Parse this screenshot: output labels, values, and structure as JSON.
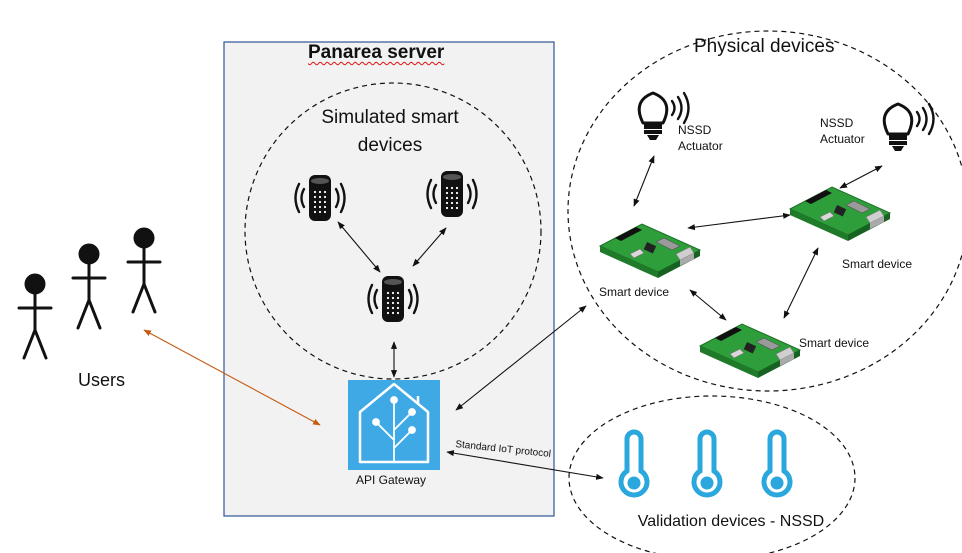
{
  "server": {
    "title": "Panarea server"
  },
  "simulated": {
    "title": "Simulated smart devices"
  },
  "physical": {
    "title": "Physical devices",
    "actuator_label": "NSSD Actuator",
    "smart_device_label": "Smart device"
  },
  "users": {
    "label": "Users"
  },
  "gateway": {
    "label": "API Gateway",
    "protocol_label": "Standard IoT protocol"
  },
  "validation": {
    "title": "Validation devices - NSSD"
  },
  "colors": {
    "user_link": "#c55a11",
    "gateway_blue": "#3fa9e6",
    "board_green": "#2e9e3a",
    "thermometer_blue": "#2aa7dc"
  },
  "icons": [
    "stick-figure-icon",
    "smart-speaker-icon",
    "lightbulb-icon",
    "raspberry-pi-board-icon",
    "home-assistant-icon",
    "thermometer-icon"
  ]
}
